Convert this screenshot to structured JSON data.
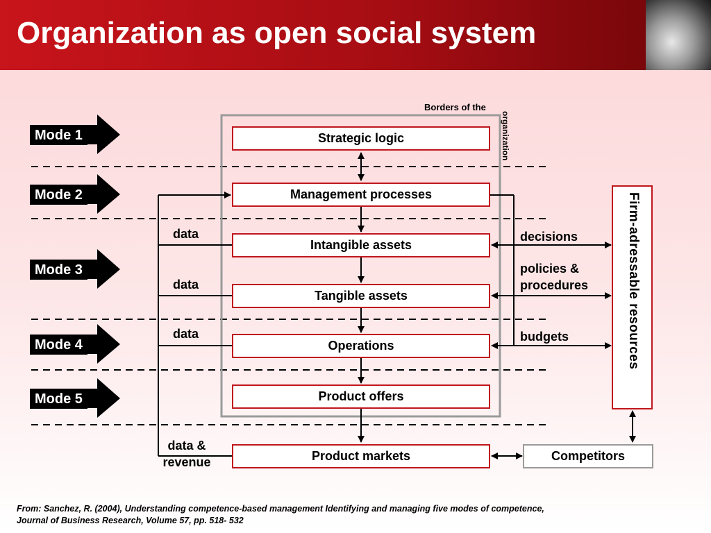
{
  "title": "Organization as open social system",
  "modes": [
    "Mode 1",
    "Mode 2",
    "Mode 3",
    "Mode 4",
    "Mode 5"
  ],
  "boxes": {
    "strategic_logic": "Strategic logic",
    "management_processes": "Management processes",
    "intangible_assets": "Intangible assets",
    "tangible_assets": "Tangible assets",
    "operations": "Operations",
    "product_offers": "Product offers",
    "product_markets": "Product markets",
    "competitors": "Competitors",
    "firm_resources": "Firm-adressable resources"
  },
  "labels": {
    "borders_line1": "Borders of the",
    "borders_line2": "organization",
    "data1": "data",
    "data2": "data",
    "data3": "data",
    "data_revenue_1": "data &",
    "data_revenue_2": "revenue",
    "decisions": "decisions",
    "policies_1": "policies &",
    "policies_2": "procedures",
    "budgets": "budgets"
  },
  "footer": {
    "line1": "From: Sanchez, R. (2004), Understanding competence-based management Identifying and managing five modes of competence,",
    "line2": "Journal of Business Research, Volume 57, pp. 518- 532"
  },
  "colors": {
    "header_red": "#c8141b",
    "box_border": "#c0161d",
    "border_grey": "#9a9a9a"
  }
}
